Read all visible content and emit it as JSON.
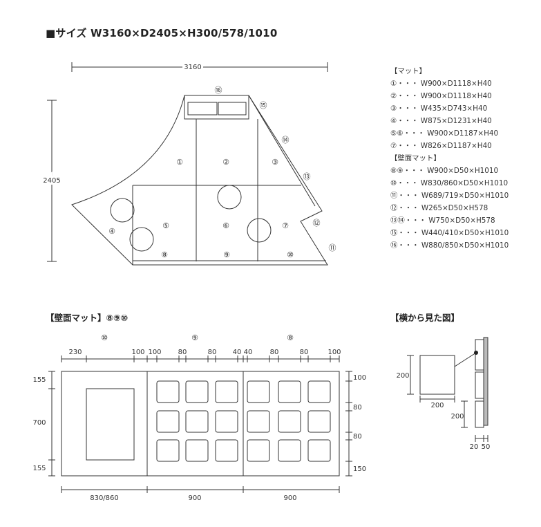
{
  "title": "■サイズ W3160×D2405×H300/578/1010",
  "plan": {
    "width_label": "3160",
    "depth_label": "2405",
    "mat_numbers": [
      "①",
      "②",
      "③",
      "④",
      "⑤",
      "⑥",
      "⑦",
      "⑧",
      "⑨",
      "⑩"
    ],
    "wall_numbers": [
      "⑪",
      "⑫",
      "⑬",
      "⑭",
      "⑮",
      "⑯"
    ]
  },
  "specs": {
    "mat_header": "【マット】",
    "mat_items": [
      "①・・・ W900×D1118×H40",
      "②・・・ W900×D1118×H40",
      "③・・・ W435×D743×H40",
      "④・・・ W875×D1231×H40",
      "⑤⑥・・・ W900×D1187×H40",
      "⑦・・・ W826×D1187×H40"
    ],
    "wall_header": "【壁面マット】",
    "wall_items": [
      "⑧⑨・・・ W900×D50×H1010",
      "⑩・・・ W830/860×D50×H1010",
      "⑪・・・ W689/719×D50×H1010",
      "⑫・・・ W265×D50×H578",
      "⑬⑭・・・ W750×D50×H578",
      "⑮・・・ W440/410×D50×H1010",
      "⑯・・・ W880/850×D50×H1010"
    ]
  },
  "wall_section": {
    "title": "【壁面マット】⑧⑨⑩",
    "panel_labels": [
      "⑩",
      "⑨",
      "⑧"
    ],
    "top_dims": [
      "230",
      "100",
      "100",
      "80",
      "80",
      "40",
      "40",
      "80",
      "80",
      "100"
    ],
    "left_dims": [
      "155",
      "700",
      "155"
    ],
    "right_dims": [
      "100",
      "80",
      "80",
      "150"
    ],
    "bottom_dims": [
      "830/860",
      "900",
      "900"
    ]
  },
  "side_section": {
    "title": "【横から見た図】",
    "dims": [
      "200",
      "200",
      "200",
      "20",
      "50"
    ]
  }
}
